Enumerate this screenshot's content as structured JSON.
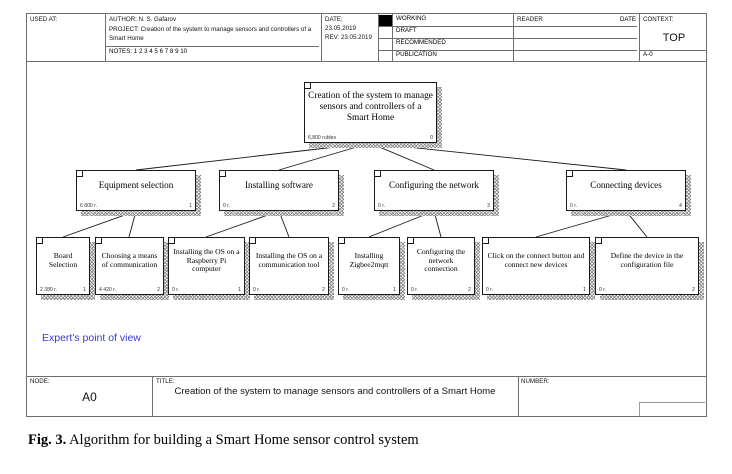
{
  "header": {
    "used_at_label": "USED AT:",
    "author_label": "AUTHOR:",
    "author_value": "N. S. Gafarov",
    "project_label": "PROJECT:",
    "project_value": "Creation of the system to manage sensors and controllers of a Smart Home",
    "notes_label": "NOTES:",
    "notes_value": "1 2 3 4 5 6 7 8 9 10",
    "date_label": "DATE:",
    "date_value": "23.05.2019",
    "rev_label": "REV:",
    "rev_value": "23.05.2019",
    "status": [
      "WORKING",
      "DRAFT",
      "RECOMMENDED",
      "PUBLICATION"
    ],
    "reader_label": "READER",
    "reader_date_label": "DATE",
    "context_label": "CONTEXT:",
    "context_value": "TOP",
    "context_node": "A-0"
  },
  "diagram": {
    "root": {
      "title": "Creation of the system to manage sensors and controllers of a Smart Home",
      "cost": "6,800 rubles",
      "number": "0"
    },
    "level2": [
      {
        "title": "Equipment selection",
        "cost": "6 800 r.",
        "number": "1"
      },
      {
        "title": "Installing software",
        "cost": "0 r.",
        "number": "2"
      },
      {
        "title": "Configuring the network",
        "cost": "0 r.",
        "number": "3"
      },
      {
        "title": "Connecting devices",
        "cost": "0 r.",
        "number": "4"
      }
    ],
    "level3": [
      {
        "title": "Board Selection",
        "cost": "2 380 r.",
        "number": "1"
      },
      {
        "title": "Choosing a means of communication",
        "cost": "4 420 r.",
        "number": "2"
      },
      {
        "title": "Installing the OS on a Raspberry Pi computer",
        "cost": "0 r.",
        "number": "1"
      },
      {
        "title": "Installing the OS on a communication tool",
        "cost": "0 r.",
        "number": "2"
      },
      {
        "title": "Installing Zigbee2mqtt",
        "cost": "0 r.",
        "number": "1"
      },
      {
        "title": "Configuring the network connection",
        "cost": "0 r.",
        "number": "2"
      },
      {
        "title": "Click on the connect button and connect new devices",
        "cost": "0 r.",
        "number": "1"
      },
      {
        "title": "Define the device in the configuration file",
        "cost": "0 r.",
        "number": "2"
      }
    ],
    "viewpoint": "Expert's point of view",
    "viewpoint_color": "#3a3ad0"
  },
  "footer": {
    "node_label": "NODE:",
    "node_value": "A0",
    "title_label": "TITLE:",
    "title_value": "Creation of the system to manage sensors and controllers of a Smart Home",
    "number_label": "NUMBER:"
  },
  "caption": {
    "figure": "Fig. 3.",
    "text": " Algorithm for building a Smart Home sensor control system"
  }
}
